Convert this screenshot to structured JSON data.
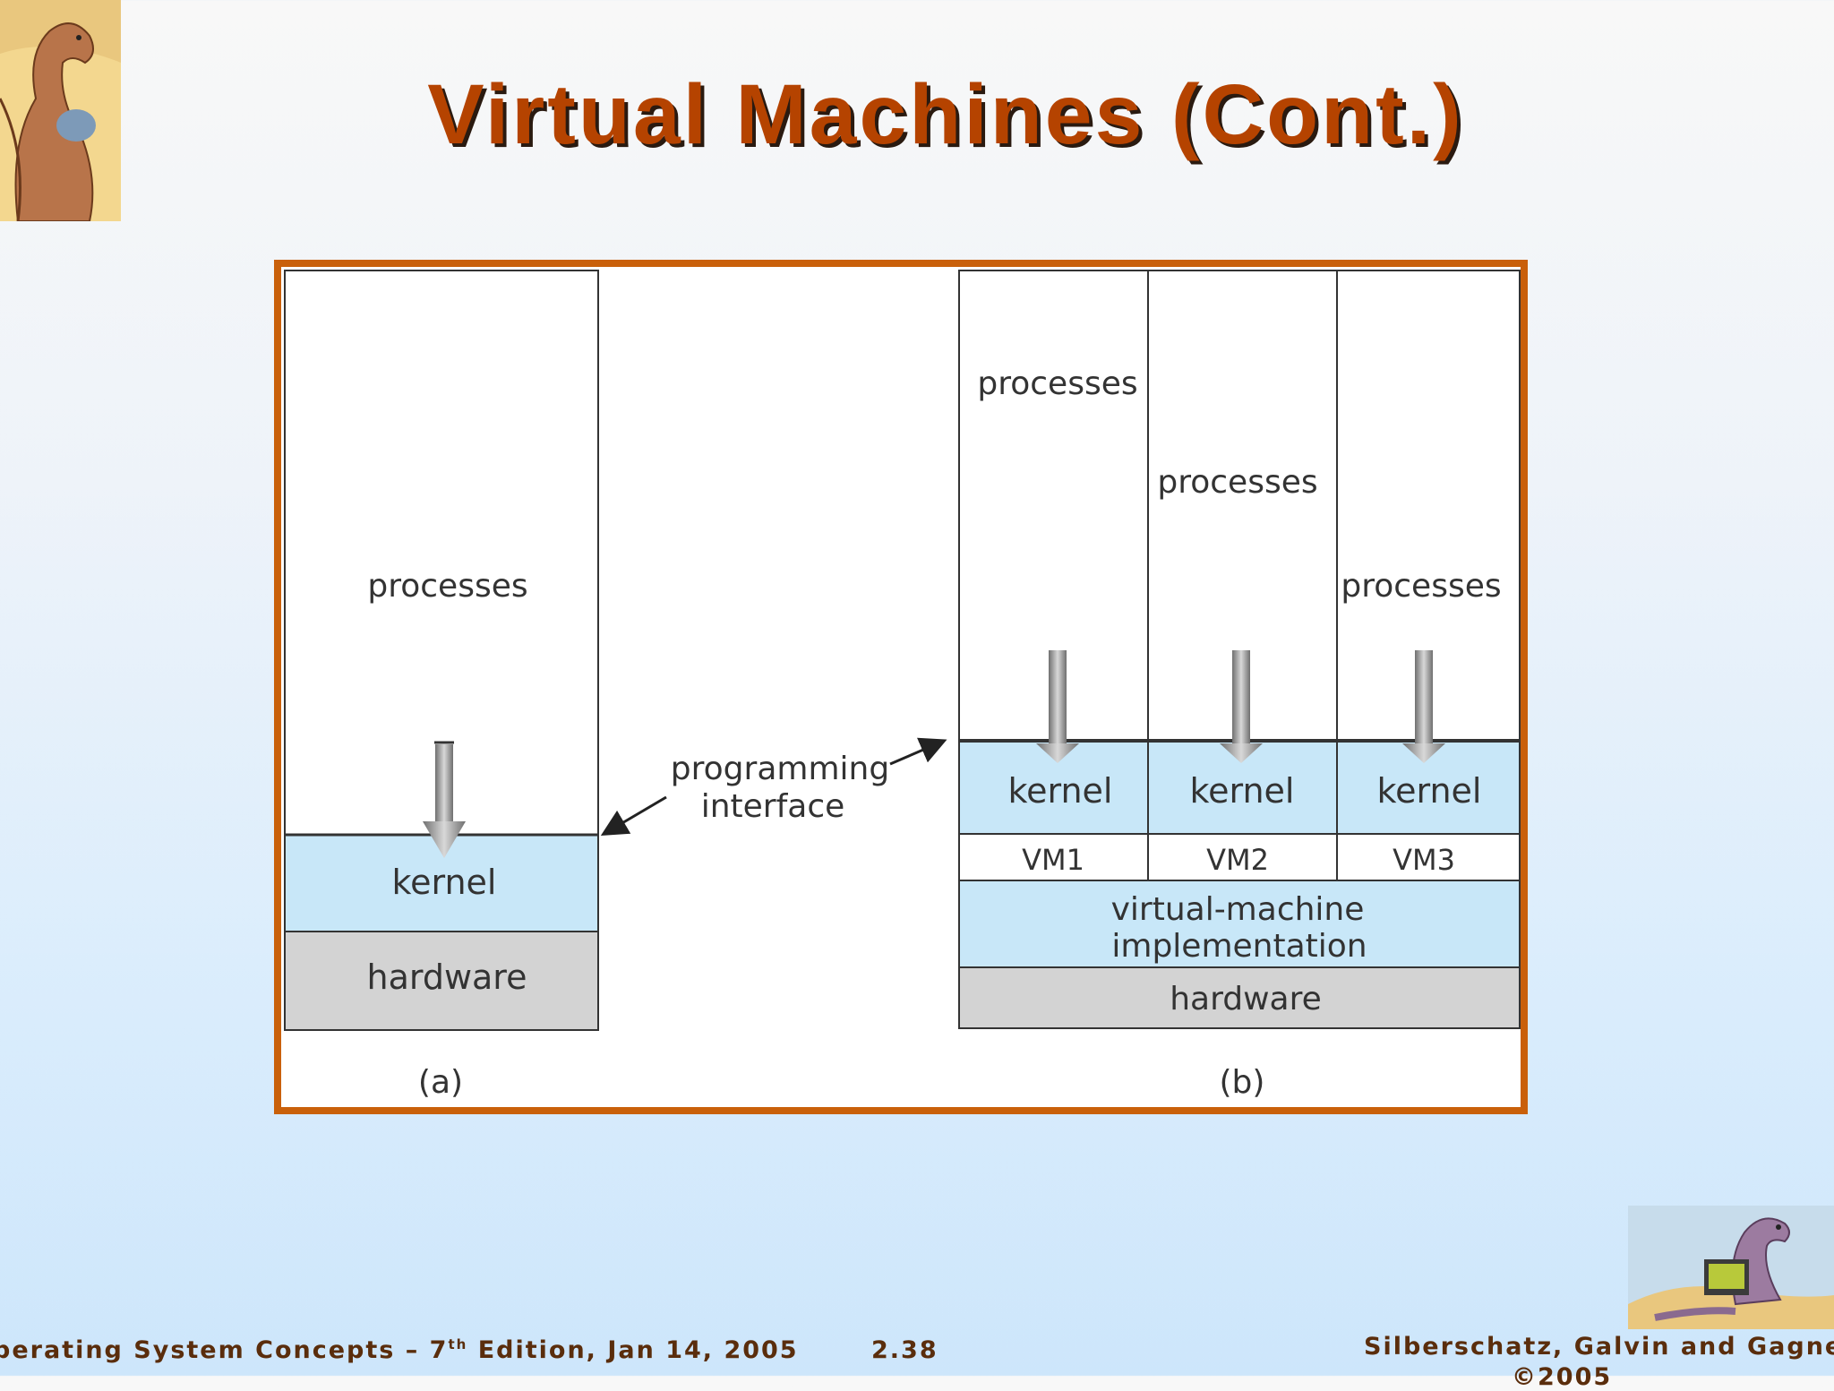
{
  "slide": {
    "title": "Virtual Machines (Cont.)"
  },
  "diagram": {
    "a": {
      "processes": "processes",
      "kernel": "kernel",
      "hardware": "hardware",
      "caption": "(a)"
    },
    "interface_line1": "programming",
    "interface_line2": "interface",
    "b": {
      "processes": [
        "processes",
        "processes",
        "processes"
      ],
      "kernels": [
        "kernel",
        "kernel",
        "kernel"
      ],
      "vms": [
        "VM1",
        "VM2",
        "VM3"
      ],
      "vm_impl_line1": "virtual-machine",
      "vm_impl_line2": "implementation",
      "hardware": "hardware",
      "caption": "(b)"
    }
  },
  "footer": {
    "left_pre": "perating System Concepts – 7",
    "left_sup": "th",
    "left_post": " Edition, Jan 14, 2005",
    "page": "2.38",
    "authors": "Silberschatz, Galvin and Gagne",
    "copyright": "©2005"
  },
  "colors": {
    "title": "#b54300",
    "frame": "#c9600a",
    "kernel_fill": "#c8e7f8",
    "hardware_fill": "#d3d3d3",
    "footer_text": "#5a2d0c"
  }
}
